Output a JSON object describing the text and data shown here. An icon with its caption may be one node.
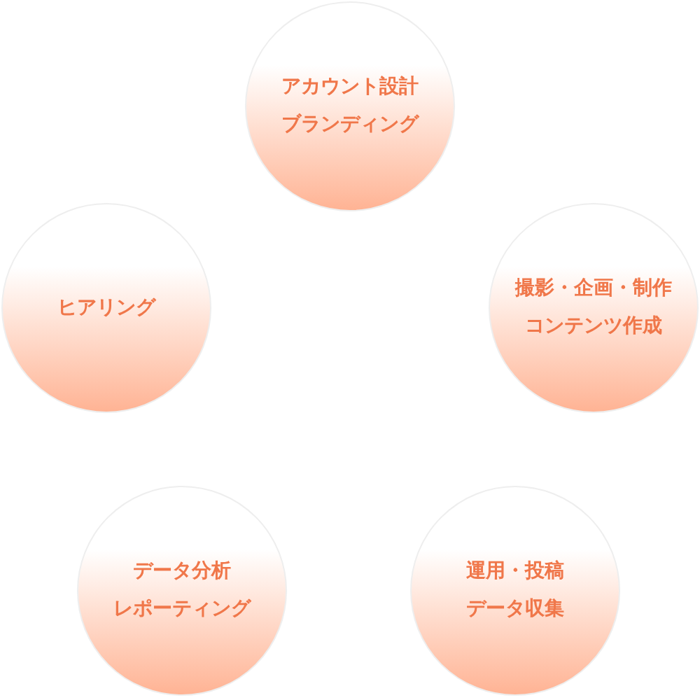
{
  "diagram": {
    "nodes": [
      {
        "text": [
          "アカウント設計ブランディング"
        ]
      },
      {
        "text": [
          "ヒアリング"
        ]
      },
      {
        "text": [
          "撮影・企画・制作コンテンツ作成"
        ]
      },
      {
        "text": [
          "データ分析レポーティング"
        ]
      },
      {
        "text": [
          "運用・投稿データ収集"
        ]
      }
    ]
  }
}
